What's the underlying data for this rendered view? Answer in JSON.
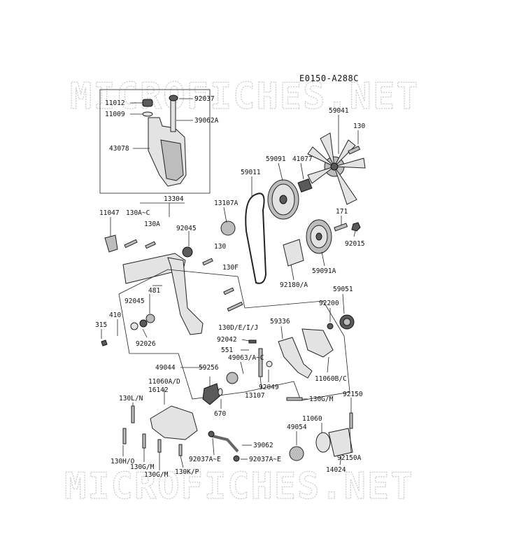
{
  "diagram_code": "E0150-A288C",
  "watermark_top": "MICROFICHES.NET",
  "watermark_bottom": "MICROFICHES.NET",
  "labels": {
    "p11012": "11012",
    "p92037": "92037",
    "p11009": "11009",
    "p39062A": "39062A",
    "p43078": "43078",
    "p59041": "59041",
    "p130a": "130",
    "p59011": "59011",
    "p59091": "59091",
    "p41077": "41077",
    "p11047": "11047",
    "p130AC": "130A~C",
    "p13304": "13304",
    "p13107A": "13107A",
    "p130A": "130A",
    "p92045a": "92045",
    "p171": "171",
    "p130b": "130",
    "p92015": "92015",
    "p130F": "130F",
    "p59091A": "59091A",
    "p481": "481",
    "p92180A": "92180/A",
    "p92045b": "92045",
    "p410": "410",
    "p315": "315",
    "p92026": "92026",
    "p59051": "59051",
    "p92200": "92200",
    "p130DEIJ": "130D/E/I/J",
    "p59336": "59336",
    "p92042": "92042",
    "p551": "551",
    "p49044": "49044",
    "p59256": "59256",
    "p49063AC": "49063/A~C",
    "p11060AD": "11060A/D",
    "p92049": "92049",
    "p11060BC": "11060B/C",
    "p16142": "16142",
    "p13107": "13107",
    "p130LN": "130L/N",
    "p670": "670",
    "p130GMa": "130G/M",
    "p92150": "92150",
    "p11060": "11060",
    "p49054": "49054",
    "p39062": "39062",
    "p130HO": "130H/O",
    "p130GMb": "130G/M",
    "p130GMc": "130G/M",
    "p130KP": "130K/P",
    "p92037AEa": "92037A~E",
    "p92037AEb": "92037A~E",
    "p92150A": "92150A",
    "p14024": "14024"
  }
}
